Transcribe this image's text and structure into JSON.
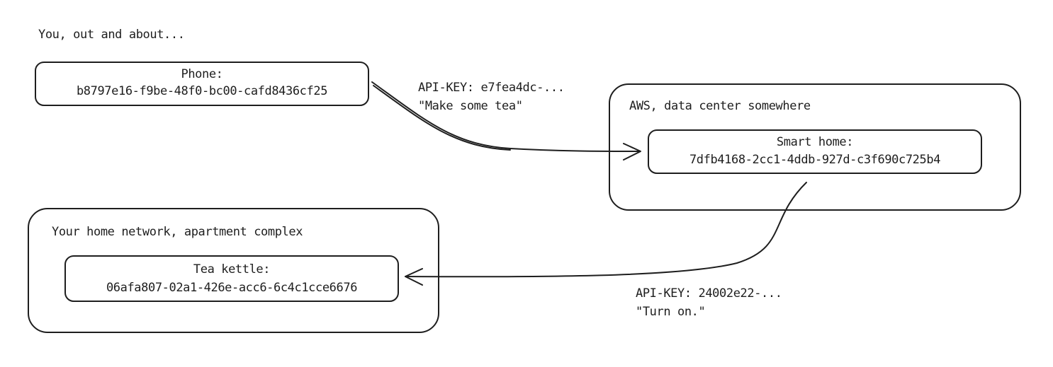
{
  "caption": "You, out and about...",
  "phone": {
    "label": "Phone:",
    "id": "b8797e16-f9be-48f0-bc00-cafd8436cf25"
  },
  "aws": {
    "title": "AWS, data center somewhere",
    "smart_home": {
      "label": "Smart home:",
      "id": "7dfb4168-2cc1-4ddb-927d-c3f690c725b4"
    }
  },
  "home": {
    "title": "Your home network, apartment complex",
    "kettle": {
      "label": "Tea kettle:",
      "id": "06afa807-02a1-426e-acc6-6c4c1cce6676"
    }
  },
  "arrow_phone_to_smart_home": {
    "key_line": "API-KEY: e7fea4dc-...",
    "message": "\"Make some tea\""
  },
  "arrow_smart_home_to_kettle": {
    "key_line": "API-KEY: 24002e22-...",
    "message": "\"Turn on.\""
  },
  "colors": {
    "stroke": "#1e1e1e",
    "background": "#ffffff"
  }
}
